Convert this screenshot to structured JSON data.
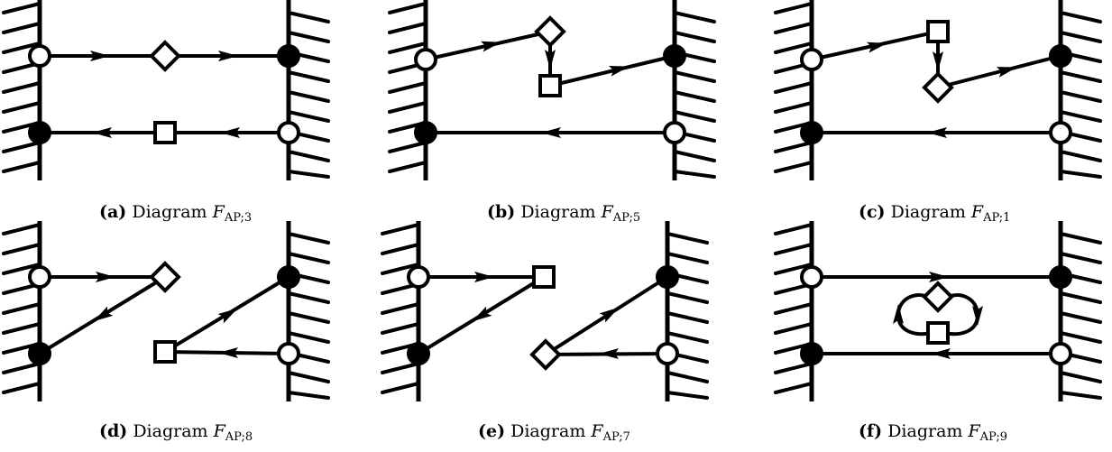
{
  "figure": {
    "panels": [
      {
        "id": "a",
        "label": "(a)",
        "prefix": "Diagram",
        "symbol": "F",
        "subscript": "AP;3"
      },
      {
        "id": "b",
        "label": "(b)",
        "prefix": "Diagram",
        "symbol": "F",
        "subscript": "AP;5"
      },
      {
        "id": "c",
        "label": "(c)",
        "prefix": "Diagram",
        "symbol": "F",
        "subscript": "AP;1"
      },
      {
        "id": "d",
        "label": "(d)",
        "prefix": "Diagram",
        "symbol": "F",
        "subscript": "AP;8"
      },
      {
        "id": "e",
        "label": "(e)",
        "prefix": "Diagram",
        "symbol": "F",
        "subscript": "AP;7"
      },
      {
        "id": "f",
        "label": "(f)",
        "prefix": "Diagram",
        "symbol": "F",
        "subscript": "AP;9"
      }
    ]
  },
  "colors": {
    "ink": "#000000",
    "paper": "#ffffff"
  },
  "legend_shapes": [
    "open-circle-vertex",
    "filled-circle-vertex",
    "diamond-vertex",
    "square-vertex",
    "arrow",
    "hatched-wall"
  ]
}
